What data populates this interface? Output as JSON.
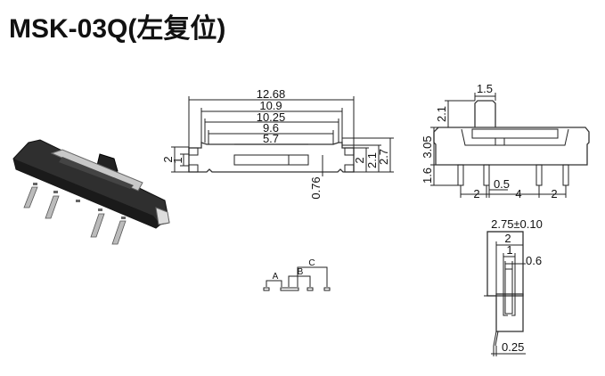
{
  "title": "MSK-03Q(左复位)",
  "front_view": {
    "dims_top": [
      "12.68",
      "10.9",
      "10.25",
      "9.6",
      "5.7"
    ],
    "dims_left": [
      "2",
      "1"
    ],
    "dims_right": [
      "2",
      "2.1",
      "2.7"
    ],
    "dim_bottom": "0.76"
  },
  "side_view": {
    "lever_width": "1.5",
    "lever_height": "2.1",
    "body_height": "3.05",
    "pin_length": "1.6",
    "pitch_left": "2",
    "pin_width": "0.5",
    "pitch_mid": "4",
    "pitch_right": "2"
  },
  "end_view": {
    "dims": [
      "2.75±0.10",
      "2",
      "1",
      "0.6",
      "0.25"
    ]
  },
  "schematic": {
    "labels": [
      "A",
      "B",
      "C"
    ]
  }
}
